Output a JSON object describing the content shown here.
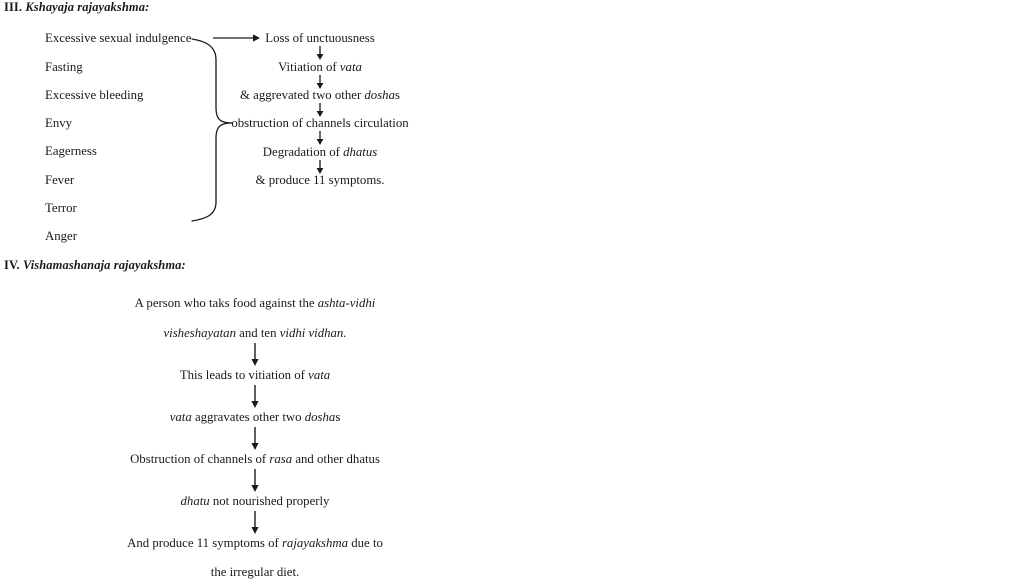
{
  "document": {
    "background_color": "#ffffff",
    "text_color": "#1a1a1a"
  },
  "section_three": {
    "numeral": "III.",
    "title": "Kshayaja rajayakshma:",
    "causes_label": "causes-list",
    "causes": [
      "Excessive sexual indulgence",
      "Fasting",
      "Excessive bleeding",
      "Envy",
      "Eagerness",
      "Fever",
      "Terror",
      "Anger"
    ],
    "chain": [
      {
        "pre": "Loss of unctuousness",
        "em": "",
        "post": ""
      },
      {
        "pre": "Vitiation of ",
        "em": "vata",
        "post": ""
      },
      {
        "pre": "& aggrevated two other ",
        "em": "dosha",
        "post": "s"
      },
      {
        "pre": "obstruction of channels circulation",
        "em": "",
        "post": ""
      },
      {
        "pre": "Degradation of ",
        "em": "dhatus",
        "post": ""
      },
      {
        "pre": "& produce 11 symptoms.",
        "em": "",
        "post": ""
      }
    ]
  },
  "section_four": {
    "numeral": "IV.",
    "title": "Vishamashanaja rajayakshma:",
    "chain": [
      {
        "pre": "A person who taks food against the ",
        "em": "ashta-vidhi",
        "post": ""
      },
      {
        "pre": "",
        "em": "visheshayatan",
        "post": " and ten ",
        "em2": "vidhi vidhan.",
        "post2": ""
      },
      {
        "pre": "This leads to vitiation of ",
        "em": "vata",
        "post": ""
      },
      {
        "pre": "",
        "em": "vata",
        "post": " aggravates other two ",
        "em2": "dosha",
        "post2": "s"
      },
      {
        "pre": "Obstruction of channels of ",
        "em": "rasa",
        "post": " and other dhatus"
      },
      {
        "pre": "",
        "em": "dhatu",
        "post": " not nourished properly"
      },
      {
        "pre": "And produce 11 symptoms of ",
        "em": "rajayakshma",
        "post": " due to"
      },
      {
        "pre": "the irregular diet.",
        "em": "",
        "post": ""
      }
    ]
  }
}
